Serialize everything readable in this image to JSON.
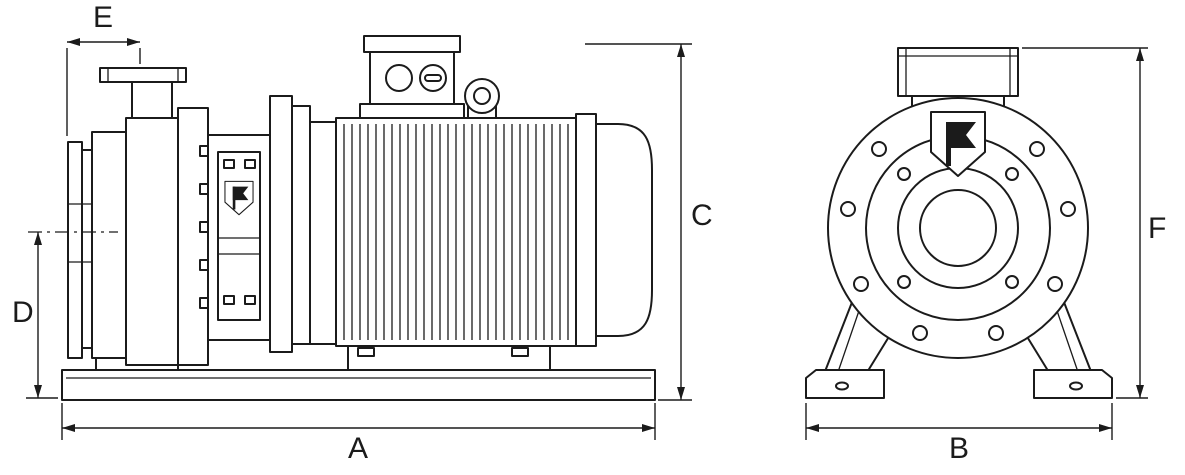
{
  "diagram": {
    "dims": {
      "a": "A",
      "b": "B",
      "c": "C",
      "d": "D",
      "e": "E",
      "f": "F"
    },
    "colors": {
      "line": "#1b1b1b",
      "background": "#ffffff"
    },
    "icons": {
      "brand_logo": "shield-pennant-logo"
    }
  }
}
